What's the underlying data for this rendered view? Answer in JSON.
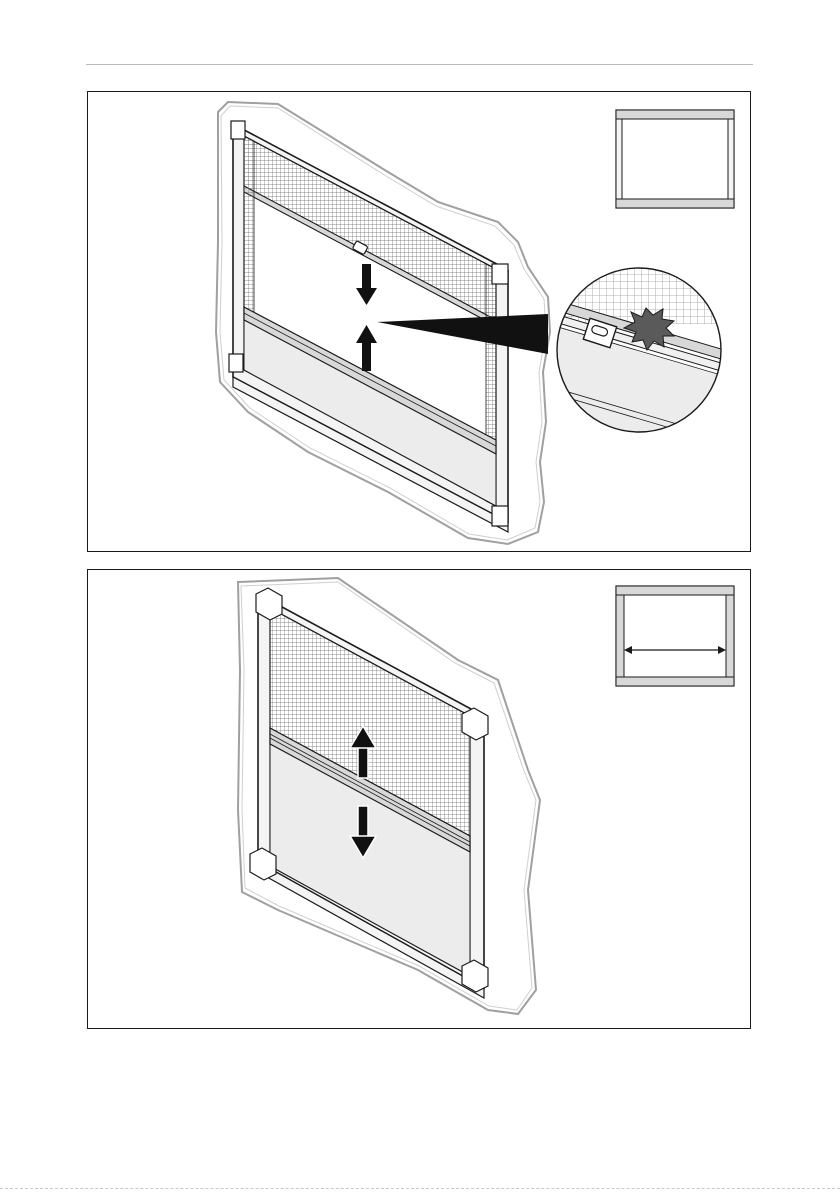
{
  "page": {
    "type": "installation-manual-illustration-page",
    "header_rule": true
  },
  "figures": [
    {
      "id": "figure-1",
      "subject": "window-screen-with-pleated-insect-net",
      "arrows": [
        "down",
        "up"
      ],
      "callout": "detail-magnifier-handle-clip",
      "mini_frame_icon": "frame-outline"
    },
    {
      "id": "figure-2",
      "subject": "window-screen-open-halfway",
      "arrows": [
        "up",
        "down"
      ],
      "mini_frame_icon": "frame-width-measurement"
    }
  ],
  "colors": {
    "line": "#1a1a1a",
    "wall_outline": "#9a9a9a",
    "mesh": "#6a6a6a",
    "blind_fill": "#ececec",
    "frame_fill": "#f4f4f4",
    "profile_fill": "#d8d8d8",
    "arrow": "#111111"
  }
}
